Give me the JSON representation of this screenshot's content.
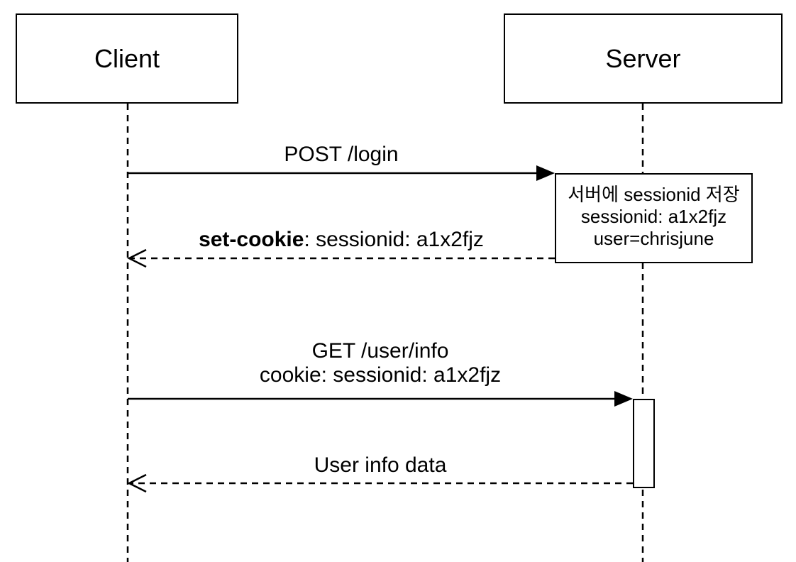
{
  "actors": {
    "client": "Client",
    "server": "Server"
  },
  "messages": {
    "m1": {
      "label": "POST /login"
    },
    "m2": {
      "label_bold": "set-cookie",
      "label_rest": ": sessionid: a1x2fjz"
    },
    "m3": {
      "line1": "GET /user/info",
      "line2": "cookie: sessionid: a1x2fjz"
    },
    "m4": {
      "label": "User info data"
    }
  },
  "note": {
    "line1": "서버에 sessionid 저장",
    "line2": "sessionid: a1x2fjz",
    "line3": "user=chrisjune"
  },
  "colors": {
    "stroke": "#000000",
    "background": "#ffffff"
  }
}
